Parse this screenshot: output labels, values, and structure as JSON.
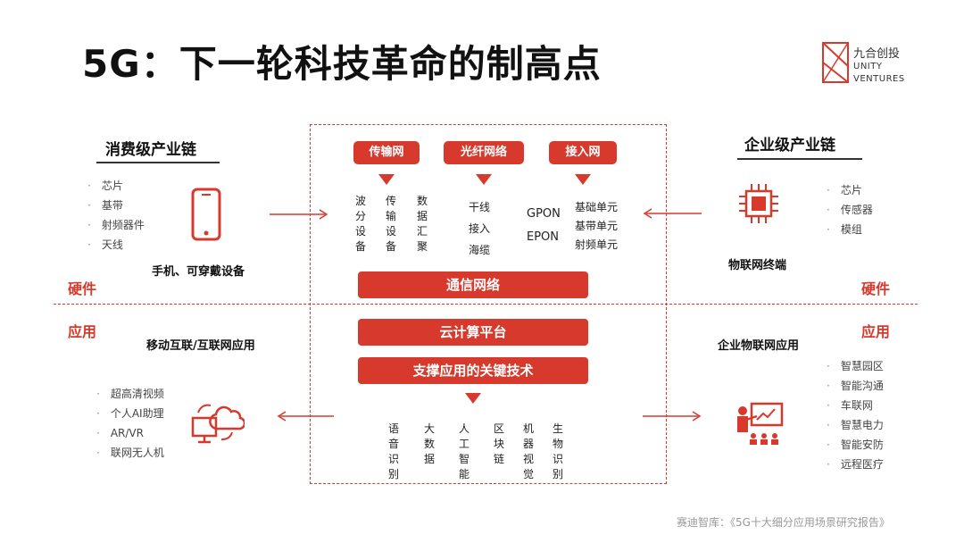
{
  "title": "5G：下一轮科技革命的制高点",
  "logo": {
    "cn": "九合创投",
    "en1": "UNITY",
    "en2": "VENTURES"
  },
  "left": {
    "heading": "消费级产业链",
    "hw_items": [
      "芯片",
      "基带",
      "射频器件",
      "天线"
    ],
    "hw_caption": "手机、可穿戴设备",
    "hw_label": "硬件",
    "app_label": "应用",
    "app_caption": "移动互联/互联网应用",
    "app_items": [
      "超高清视频",
      "个人AI助理",
      "AR/VR",
      "联网无人机"
    ]
  },
  "right": {
    "heading": "企业级产业链",
    "hw_items": [
      "芯片",
      "传感器",
      "模组"
    ],
    "hw_caption": "物联网终端",
    "hw_label": "硬件",
    "app_label": "应用",
    "app_caption": "企业物联网应用",
    "app_items": [
      "智慧园区",
      "智能沟通",
      "车联网",
      "智慧电力",
      "智能安防",
      "远程医疗"
    ]
  },
  "center": {
    "tags": [
      "传输网",
      "光纤网络",
      "接入网"
    ],
    "transport": [
      "波分设备",
      "传输设备",
      "数据汇聚"
    ],
    "fiber": [
      "干线",
      "接入",
      "海缆"
    ],
    "access_left": [
      "GPON",
      "EPON"
    ],
    "access_right": [
      "基础单元",
      "基带单元",
      "射频单元"
    ],
    "bar_network": "通信网络",
    "bar_cloud": "云计算平台",
    "bar_support": "支撑应用的关键技术",
    "techs": [
      "语音识别",
      "大数据",
      "人工智能",
      "区块链",
      "机器视觉",
      "生物识别"
    ]
  },
  "source": "赛迪智库：《5G十大细分应用场景研究报告》",
  "colors": {
    "accent": "#d73a2c"
  }
}
